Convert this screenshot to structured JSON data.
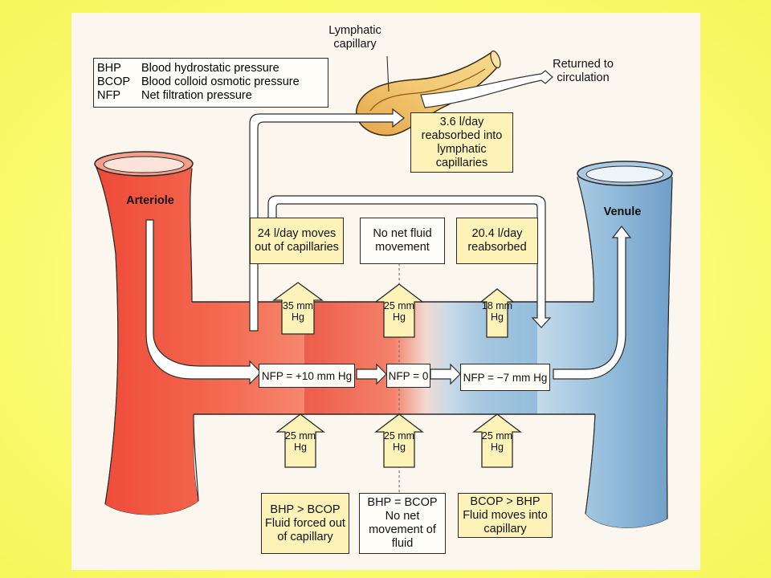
{
  "legend": [
    {
      "abbr": "BHP",
      "text": "Blood hydrostatic pressure"
    },
    {
      "abbr": "BCOP",
      "text": "Blood colloid osmotic pressure"
    },
    {
      "abbr": "NFP",
      "text": "Net filtration pressure"
    }
  ],
  "labels": {
    "lymphatic": "Lymphatic capillary",
    "returned": "Returned to circulation",
    "arteriole": "Arteriole",
    "venule": "Venule"
  },
  "boxes": {
    "reabsorbed_lymph": "3.6 l/day reabsorbed into lymphatic capillaries",
    "moves_out": "24 l/day moves out of capillaries",
    "no_net_flow": "No net fluid movement",
    "reabsorbed": "20.4 l/day reabsorbed"
  },
  "nfp": {
    "left": "NFP = +10 mm Hg",
    "mid": "NFP = 0",
    "right": "NFP = −7 mm Hg"
  },
  "pressures": {
    "bhp_arterial": "35 mm Hg",
    "bhp_mid": "25 mm Hg",
    "bhp_venous": "18 mm Hg",
    "bcop_arterial": "25 mm Hg",
    "bcop_mid": "25 mm Hg",
    "bcop_venous": "25 mm Hg"
  },
  "bottom": {
    "left": "BHP > BCOP Fluid forced out of capillary",
    "mid": "BHP = BCOP No net movement of fluid",
    "right": "BCOP > BHP Fluid moves into capillary"
  }
}
